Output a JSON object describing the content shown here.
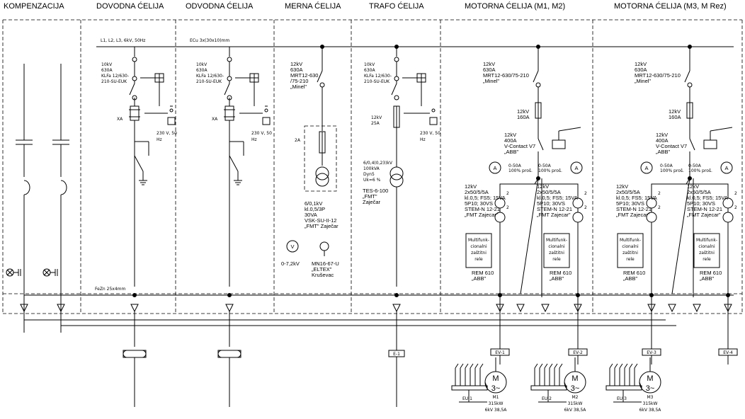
{
  "headers": [
    "KOMPENZACIJA",
    "DOVODNA ĆELIJA",
    "ODVODNA ĆELIJA",
    "MERNA ĆELIJA",
    "TRAFO ĆELIJA",
    "MOTORNA ĆELIJA (M1, M2)",
    "MOTORNA ĆELIJA (M3, M Rez)"
  ],
  "busbar": {
    "dovodna": "L1, L2, L3,   6kV, 50Hz",
    "odvodna": "ECu 3x(30x10)mm"
  },
  "ground_bar": "FeZn 25x4mm",
  "dovodna": {
    "breaker": [
      "10kV",
      "630A",
      "KLFa 12/630-",
      "210-SU-EUK"
    ],
    "xa": "XA",
    "supply": [
      "230 V, 50",
      "Hz"
    ]
  },
  "odvodna": {
    "breaker": [
      "10kV",
      "630A",
      "KLFa 12/630-",
      "210-SU-EUK"
    ],
    "xa": "XA",
    "supply": [
      "230 V, 50",
      "Hz"
    ]
  },
  "merna": {
    "disconnector": [
      "12kV",
      "630A",
      "MRT12-630",
      "/75-210",
      "„Minel\""
    ],
    "fuse": "2A",
    "vt": [
      "6/0,1kV",
      "kl.0,5/3P",
      "30VA",
      "VSK-SU-II-12",
      "„FMT\" Zaječar"
    ],
    "voltmeter": "V",
    "voltmeter_range": "0-7,2kV",
    "switch": [
      "MN16-67-U",
      "„ELTEX\"",
      "Kruševac"
    ]
  },
  "trafo": {
    "breaker": [
      "10kV",
      "630A",
      "KLFa 12/630-",
      "210-SU-EUK"
    ],
    "fuse": [
      "12kV",
      "25A"
    ],
    "supply": [
      "230 V, 50",
      "Hz"
    ],
    "transformer": [
      "6/0,4(0,23)kV",
      "100kVA",
      "Dyn5",
      "Uk=6 %"
    ],
    "model": [
      "TES-6-100",
      "„FMT\"",
      "Zaječar"
    ],
    "label": "E-1"
  },
  "motor_cells": [
    {
      "disconnector": [
        "12kV",
        "630A",
        "MRT12-630/75-210",
        "„Minel\""
      ],
      "fuse": [
        "12kV",
        "160A"
      ],
      "contactor": [
        "12kV",
        "400A",
        "V-Contact V7",
        "„ABB\""
      ],
      "ammeter": "A",
      "ammeter_range": [
        "0-50A",
        "100% proš."
      ],
      "ct": [
        "12kV",
        "2x50/5/5A",
        "kl.0,5; FS5; 15VA",
        "5P10; 30VS",
        "STEM-N 12-21",
        "„FMT Zajecar\""
      ],
      "relay": [
        "Multifunk-",
        "cionalni",
        "zaštitni",
        "rele"
      ],
      "relay_model": [
        "REM 610",
        "„ABB\""
      ],
      "outputs": [
        "EV-1",
        "EV-2"
      ],
      "motors": [
        {
          "symbol": "M",
          "phase": "3~",
          "eu": "EU 1",
          "name": "M1",
          "power": "315kW",
          "rating": "6kV 38,5A"
        },
        {
          "symbol": "M",
          "phase": "3~",
          "eu": "EU 2",
          "name": "M2",
          "power": "315kW",
          "rating": "6kV 38,5A"
        }
      ]
    },
    {
      "disconnector": [
        "12kV",
        "630A",
        "MRT12-630/75-210",
        "„Minel\""
      ],
      "fuse": [
        "12kV",
        "160A"
      ],
      "contactor": [
        "12kV",
        "400A",
        "V-Contact V7",
        "„ABB\""
      ],
      "ammeter": "A",
      "ammeter_range": [
        "0-50A",
        "100% proš."
      ],
      "ct": [
        "12kV",
        "2x50/5/5A",
        "kl.0,5; FS5; 15VA",
        "5P10; 30VS",
        "STEM-N 12-21",
        "„FMT Zajecar\""
      ],
      "relay": [
        "Multifunk-",
        "cionalni",
        "zaštitni",
        "rele"
      ],
      "relay_model": [
        "REM 610",
        "„ABB\""
      ],
      "outputs": [
        "EV-3",
        "EV-4"
      ],
      "motors": [
        {
          "symbol": "M",
          "phase": "3~",
          "eu": "EU 3",
          "name": "M3",
          "power": "315kW",
          "rating": "6kV 38,5A"
        }
      ]
    }
  ],
  "ct_number": "2"
}
